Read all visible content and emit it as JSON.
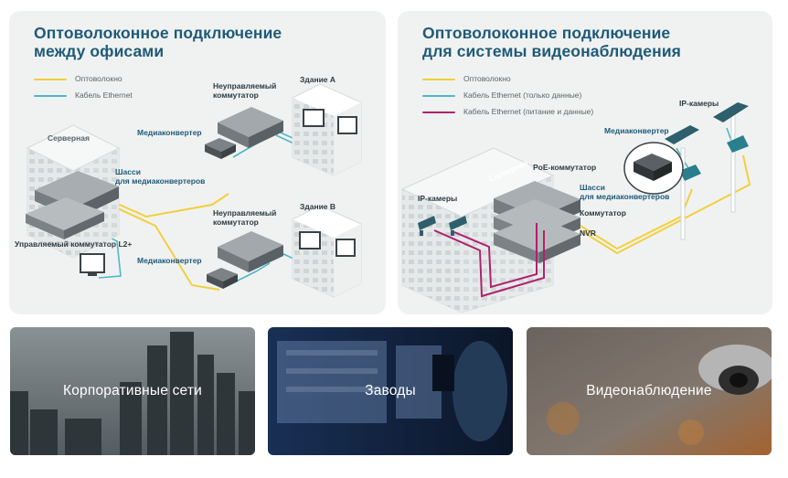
{
  "colors": {
    "fiber": "#f2cf3c",
    "ethernet": "#4fb7c5",
    "poe": "#b0216e",
    "title": "#1e5a78",
    "panel": "#f0f2f2"
  },
  "left_panel": {
    "title_line1": "Оптоволоконное подключение",
    "title_line2": "между офисами",
    "legend": [
      {
        "label": "Оптоволокно",
        "color": "#f2cf3c"
      },
      {
        "label": "Кабель Ethernet",
        "color": "#4fb7c5"
      }
    ],
    "labels": {
      "server_room": "Серверная",
      "building_a": "Здание A",
      "building_b": "Здание B",
      "unmanaged_switch_a_line1": "Неуправляемый",
      "unmanaged_switch_a_line2": "коммутатор",
      "unmanaged_switch_b_line1": "Неуправляемый",
      "unmanaged_switch_b_line2": "коммутатор",
      "media_converter_a": "Медиаконвертер",
      "media_converter_b": "Медиаконвертер",
      "chassis_line1": "Шасси",
      "chassis_line2": "для медиаконвертеров",
      "managed_switch": "Управляемый коммутатор L2+"
    }
  },
  "right_panel": {
    "title_line1": "Оптоволоконное подключение",
    "title_line2": "для системы видеонаблюдения",
    "legend": [
      {
        "label": "Оптоволокно",
        "color": "#f2cf3c"
      },
      {
        "label": "Кабель Ethernet (только данные)",
        "color": "#4fb7c5"
      },
      {
        "label": "Кабель Ethernet (питание и данные)",
        "color": "#b0216e"
      }
    ],
    "labels": {
      "server_room": "Серверная",
      "ip_cameras_left": "IP-камеры",
      "ip_cameras_right": "IP-камеры",
      "poe_switch": "PoE-коммутатор",
      "chassis_line1": "Шасси",
      "chassis_line2": "для медиаконвертеров",
      "switch": "Коммутатор",
      "nvr": "NVR",
      "media_converter": "Медиаконвертер"
    }
  },
  "cards": [
    {
      "label": "Корпоративные сети",
      "icon": "city-skyline-image"
    },
    {
      "label": "Заводы",
      "icon": "factory-image"
    },
    {
      "label": "Видеонаблюдение",
      "icon": "dome-camera-image"
    }
  ]
}
